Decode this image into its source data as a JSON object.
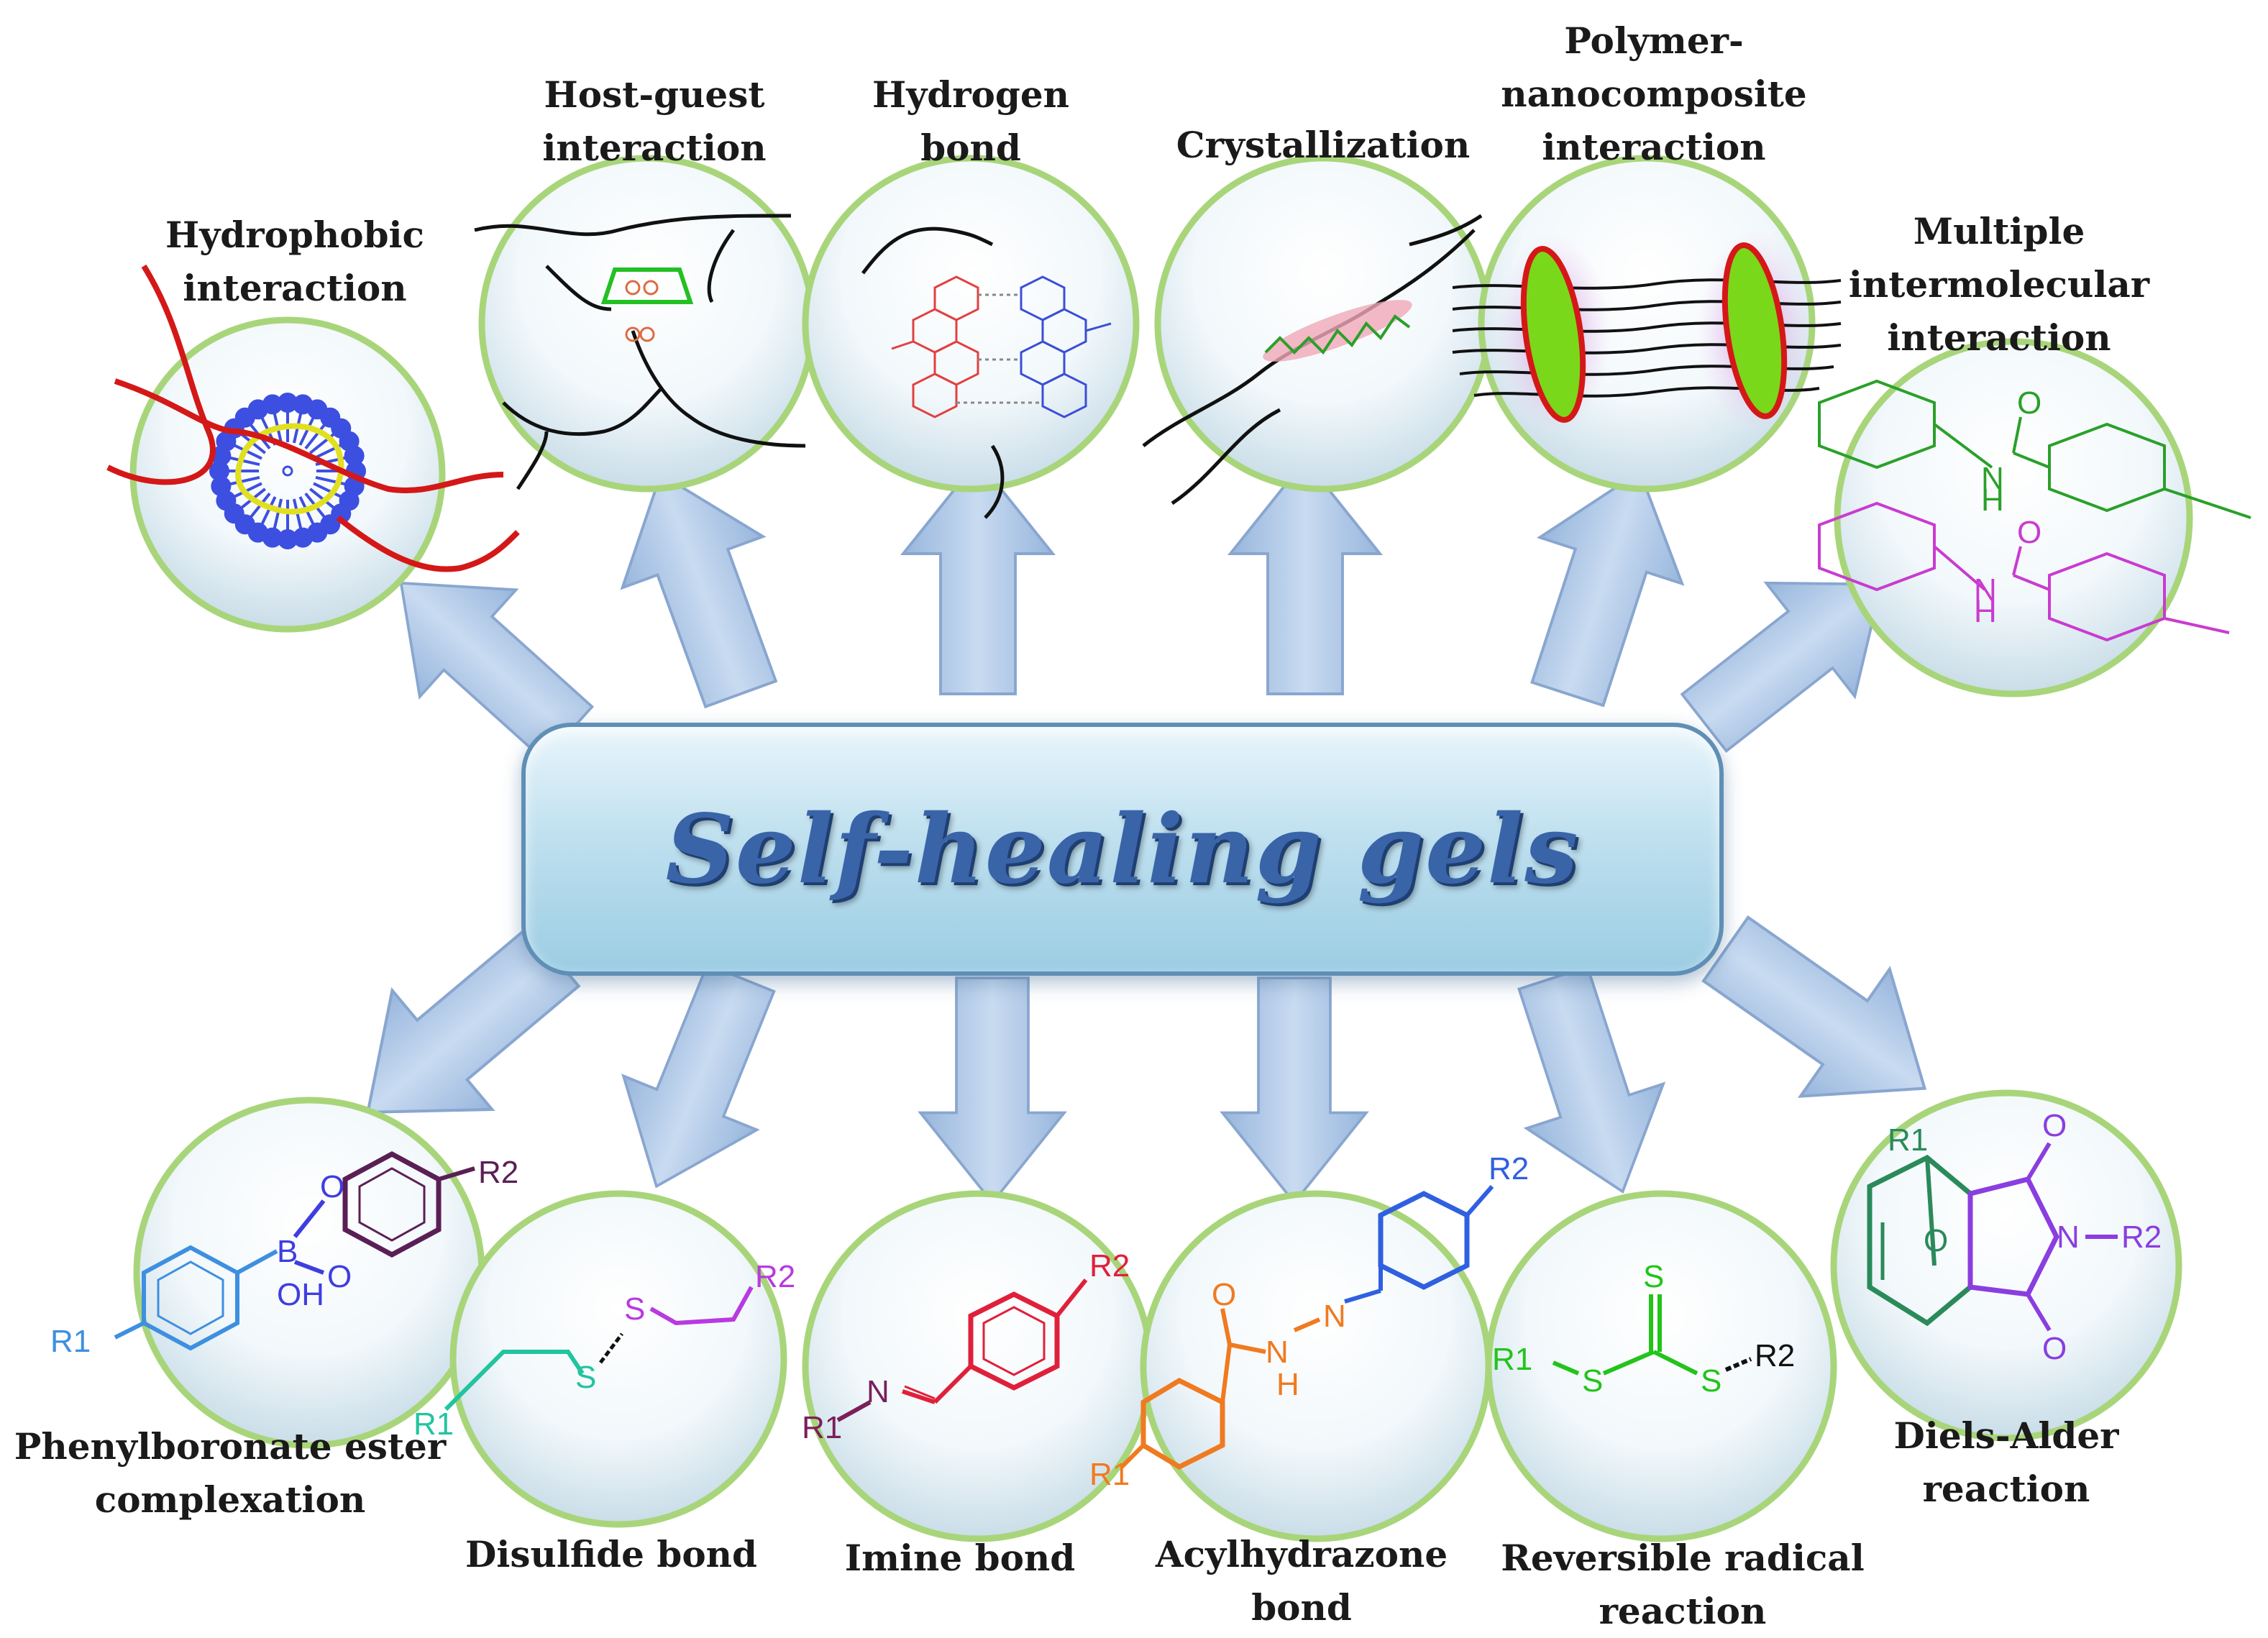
{
  "title": "Self-healing gels",
  "top_categories": [
    {
      "lines": [
        "Hydrophobic",
        "interaction"
      ]
    },
    {
      "lines": [
        "Host-guest",
        "interaction"
      ]
    },
    {
      "lines": [
        "Hydrogen",
        "bond"
      ]
    },
    {
      "lines": [
        "Crystallization"
      ]
    },
    {
      "lines": [
        "Polymer-",
        "nanocomposite",
        "interaction"
      ]
    },
    {
      "lines": [
        "Multiple",
        "intermolecular",
        "interaction"
      ]
    }
  ],
  "bottom_categories": [
    {
      "lines": [
        "Phenylboronate ester",
        "complexation"
      ]
    },
    {
      "lines": [
        "Disulfide bond"
      ]
    },
    {
      "lines": [
        "Imine bond"
      ]
    },
    {
      "lines": [
        "Acylhydrazone",
        "bond"
      ]
    },
    {
      "lines": [
        "Reversible radical",
        "reaction"
      ]
    },
    {
      "lines": [
        "Diels-Alder",
        "reaction"
      ]
    }
  ],
  "chem_labels": {
    "phenylboronate": {
      "r1": "R1",
      "r2": "R2",
      "o": "O",
      "b": "B",
      "oh": "OH"
    },
    "disulfide": {
      "r1": "R1",
      "r2": "R2",
      "s": "S"
    },
    "imine": {
      "r1": "R1",
      "r2": "R2",
      "n": "N"
    },
    "acylhydrazone": {
      "r1": "R1",
      "r2": "R2",
      "o": "O",
      "n": "N",
      "h": "H"
    },
    "radical": {
      "r1": "R1",
      "r2": "R2",
      "s": "S"
    },
    "diels_alder": {
      "r1": "R1",
      "r2": "R2",
      "o": "O",
      "n": "N"
    },
    "multiple": {
      "n": "N",
      "h": "H",
      "o": "O"
    }
  },
  "colors": {
    "title": "#3a64a8",
    "arrow": "#a9c4e6",
    "circle_border": "#a8d57a",
    "polymer_red": "#d41818",
    "micelle_blue": "#3d4fe0",
    "hydrophobic_yellow": "#e0e020"
  }
}
